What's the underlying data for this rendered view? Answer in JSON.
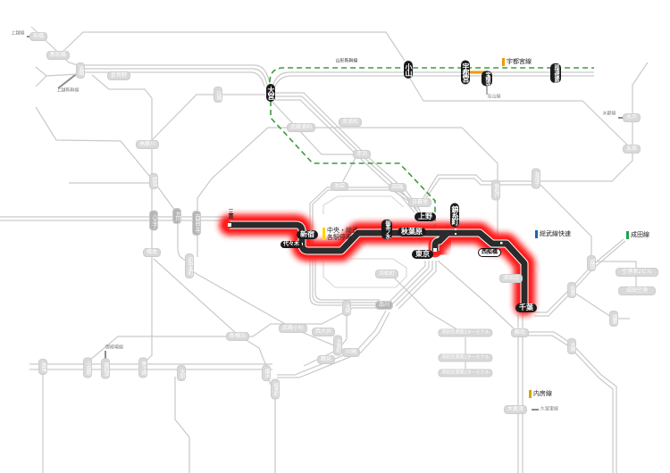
{
  "route_stations": [
    "三鷹",
    "新宿",
    "代々木",
    "御茶ノ水",
    "秋葉原",
    "上野",
    "東京",
    "錦糸町",
    "西船橋",
    "千葉"
  ],
  "shinkansen_stations": [
    "大宮",
    "小山",
    "宇都宮",
    "宝積寺",
    "那須塩原"
  ],
  "line_labels": [
    {
      "name": "山形新幹線"
    },
    {
      "name": "宇都宮線",
      "color": "#f39800"
    },
    {
      "name": "中央・総武",
      "sub": "各駅停車",
      "color": "#ffd400"
    },
    {
      "name": "総武線快速",
      "color": "#1e64b4"
    },
    {
      "name": "成田線",
      "color": "#1fa34a"
    },
    {
      "name": "内房線",
      "color": "#d8a400"
    }
  ],
  "branch_labels": [
    "上越線",
    "上越新幹線",
    "烏山線",
    "水郡線",
    "御殿場線",
    "久留里線"
  ],
  "other_stations": [
    "前橋",
    "新前橋",
    "高崎",
    "倉賀野",
    "高麗川",
    "川越",
    "拝島",
    "八王子",
    "立川",
    "西国分寺",
    "橋本",
    "府中本町",
    "武蔵浦和",
    "南浦和",
    "赤羽",
    "池袋",
    "田端",
    "日暮里",
    "新松戸",
    "我孫子",
    "水戸",
    "友部",
    "成田",
    "空港第2ビル",
    "成田空港",
    "佐倉",
    "成東",
    "津田沼",
    "蘇我",
    "大網",
    "木更津",
    "浜松町",
    "品川",
    "大崎",
    "西大井",
    "大井町",
    "川崎",
    "鶴見",
    "武蔵小杉",
    "新横浜",
    "横浜",
    "桜木町",
    "大船",
    "茅ヶ崎",
    "国府津",
    "小田原",
    "熱海",
    "羽田空港第3ターミナル",
    "羽田空港第1ターミナル",
    "羽田空港第2ターミナル"
  ],
  "colors": {
    "route_glow": "#ff1e1e",
    "route_line": "#2b2b2b",
    "shinkansen_dashed": "#3b9b3b",
    "utsunomiya_segment": "#f39800"
  }
}
